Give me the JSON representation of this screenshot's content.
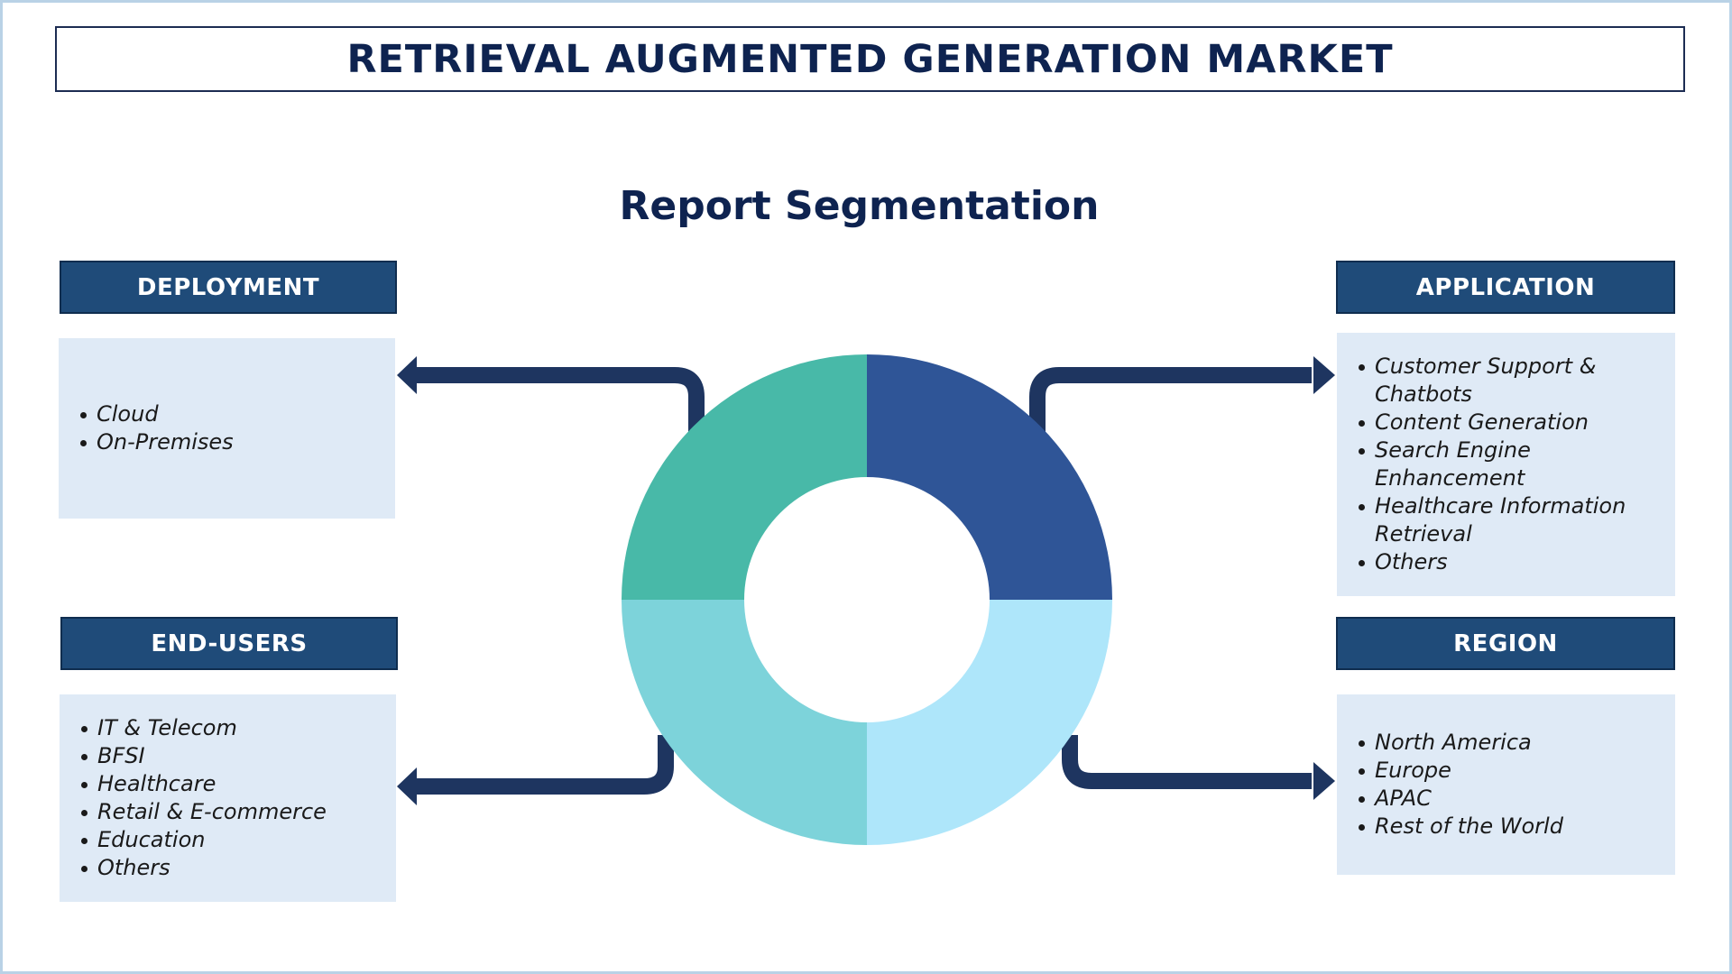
{
  "title": "RETRIEVAL AUGMENTED GENERATION MARKET",
  "subtitle": "Report Segmentation",
  "colors": {
    "frame": "#b9d2e6",
    "title_text": "#0e2350",
    "header_bg": "#1f4b79",
    "box_bg": "#dfeaf6",
    "arrow": "#1e3560",
    "donut_teal": "#48b9a8",
    "donut_blue": "#2f5597",
    "donut_cyan": "#7dd3da",
    "donut_light": "#aee6fa"
  },
  "segments": {
    "deployment": {
      "label": "DEPLOYMENT",
      "items": [
        "Cloud",
        "On-Premises"
      ]
    },
    "application": {
      "label": "APPLICATION",
      "items": [
        "Customer Support & Chatbots",
        "Content Generation",
        "Search Engine Enhancement",
        "Healthcare Information Retrieval",
        "Others"
      ]
    },
    "end_users": {
      "label": "END-USERS",
      "items": [
        "IT & Telecom",
        "BFSI",
        "Healthcare",
        "Retail & E-commerce",
        "Education",
        "Others"
      ]
    },
    "region": {
      "label": "REGION",
      "items": [
        "North America",
        "Europe",
        "APAC",
        "Rest of the World"
      ]
    }
  },
  "icons": {
    "arrow_left": "arrow-left-icon",
    "arrow_right": "arrow-right-icon"
  }
}
